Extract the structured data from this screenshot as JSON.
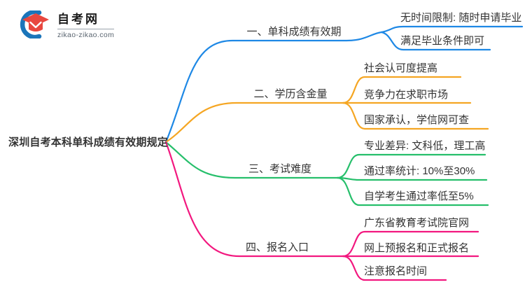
{
  "brand": {
    "name": "自考网",
    "domain": "zikao-zikao.com",
    "cap_color": "#E8473F",
    "swirl_color": "#1B75BA"
  },
  "colors": {
    "text": "#333333"
  },
  "mindmap": {
    "root": {
      "label": "深圳自考本科单科成绩有效期规定"
    },
    "branches": [
      {
        "label": "一、单科成绩有效期",
        "color": "#1E88E5",
        "children": [
          "无时间限制: 随时申请毕业",
          "满足毕业条件即可"
        ]
      },
      {
        "label": "二、学历含金量",
        "color": "#F5A623",
        "children": [
          "社会认可度提高",
          "竞争力在求职市场",
          "国家承认，学信网可查"
        ]
      },
      {
        "label": "三、考试难度",
        "color": "#26BF6B",
        "children": [
          "专业差异: 文科低，理工高",
          "通过率统计: 10%至30%",
          "自学考生通过率低至5%"
        ]
      },
      {
        "label": "四、报名入口",
        "color": "#F2187F",
        "children": [
          "广东省教育考试院官网",
          "网上预报名和正式报名",
          "注意报名时间"
        ]
      }
    ]
  }
}
